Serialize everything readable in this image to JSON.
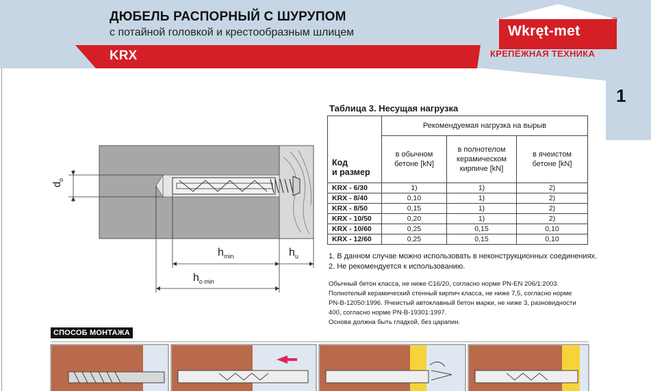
{
  "header": {
    "title": "ДЮБЕЛЬ РАСПОРНЫЙ С ШУРУПОМ",
    "subtitle": "с потайной головкой и крестообразным шлицем",
    "model": "KRX"
  },
  "brand": {
    "logo": "Wkręt-met",
    "registered": "®",
    "tagline": "КРЕПЁЖНАЯ ТЕХНИКА",
    "color": "#d41f26"
  },
  "page_number": "1",
  "diagram": {
    "d0": "d",
    "d0_sub": "o",
    "hmin": "h",
    "hmin_sub": "min",
    "hu": "h",
    "hu_sub": "u",
    "h0min": "h",
    "h0min_sub": "o min"
  },
  "table": {
    "caption": "Таблица 3. Несущая нагрузка",
    "code_header": [
      "Код",
      "и размер"
    ],
    "group_header": "Рекомендуемая нагрузка на вырыв",
    "col_headers": [
      [
        "в обычном",
        "бетоне [kN]"
      ],
      [
        "в полнотелом",
        "керамическом",
        "кирпиче [kN]"
      ],
      [
        "в ячеистом",
        "бетоне [kN]"
      ]
    ],
    "rows": [
      {
        "code": "KRX - 6/30",
        "c1": "1)",
        "c2": "1)",
        "c3": "2)"
      },
      {
        "code": "KRX - 8/40",
        "c1": "0,10",
        "c2": "1)",
        "c3": "2)"
      },
      {
        "code": "KRX - 8/50",
        "c1": "0,15",
        "c2": "1)",
        "c3": "2)"
      },
      {
        "code": "KRX - 10/50",
        "c1": "0,20",
        "c2": "1)",
        "c3": "2)"
      },
      {
        "code": "KRX - 10/60",
        "c1": "0,25",
        "c2": "0,15",
        "c3": "0,10"
      },
      {
        "code": "KRX - 12/60",
        "c1": "0,25",
        "c2": "0,15",
        "c3": "0,10"
      }
    ]
  },
  "notes": [
    "1. В данном случае можно использовать в неконструкционных соединениях.",
    "2. Не рекомендуется к использованию."
  ],
  "spec_lines": [
    "Обычный бетон класса, не ниже C16/20, согласно норме PN-EN 206/1:2003.",
    "Полнотелый керамический стенный кирпич класса, не ниже 7,5, согласно норме",
    "PN-B-12050:1996.  Ячеистый автоклавный бетон марки, не ниже 3, разновидности",
    "400, согласно норме PN-B-19301:1997.",
    "Основа должна быть гладкой, без царапин."
  ],
  "mounting": {
    "title": "СПОСОБ МОНТАЖА"
  }
}
